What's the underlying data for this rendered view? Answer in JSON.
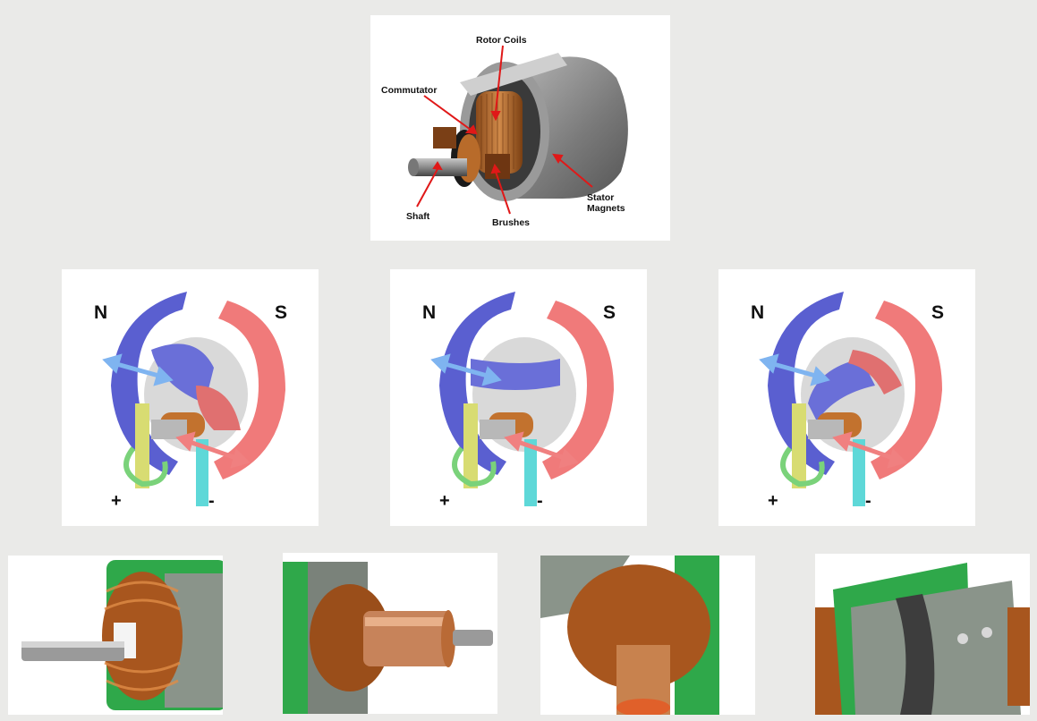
{
  "labels": {
    "rotor_coils": "Rotor Coils",
    "commutator": "Commutator",
    "stator_magnets_1": "Stator",
    "stator_magnets_2": "Magnets",
    "shaft": "Shaft",
    "brushes": "Brushes"
  },
  "steps": [
    {
      "north": "N",
      "south": "S",
      "plus": "+",
      "minus": "-"
    },
    {
      "north": "N",
      "south": "S",
      "plus": "+",
      "minus": "-"
    },
    {
      "north": "N",
      "south": "S",
      "plus": "+",
      "minus": "-"
    }
  ],
  "colors": {
    "north_pole": "#5a5fd0",
    "south_pole": "#f07a7a",
    "copper": "#c2722e",
    "green_cover": "#2fa84a",
    "arrow_blue": "#7fb4f0",
    "arrow_red": "#f08080",
    "brush_yellow": "#d8dc72",
    "brush_cyan": "#5ed8d8"
  }
}
